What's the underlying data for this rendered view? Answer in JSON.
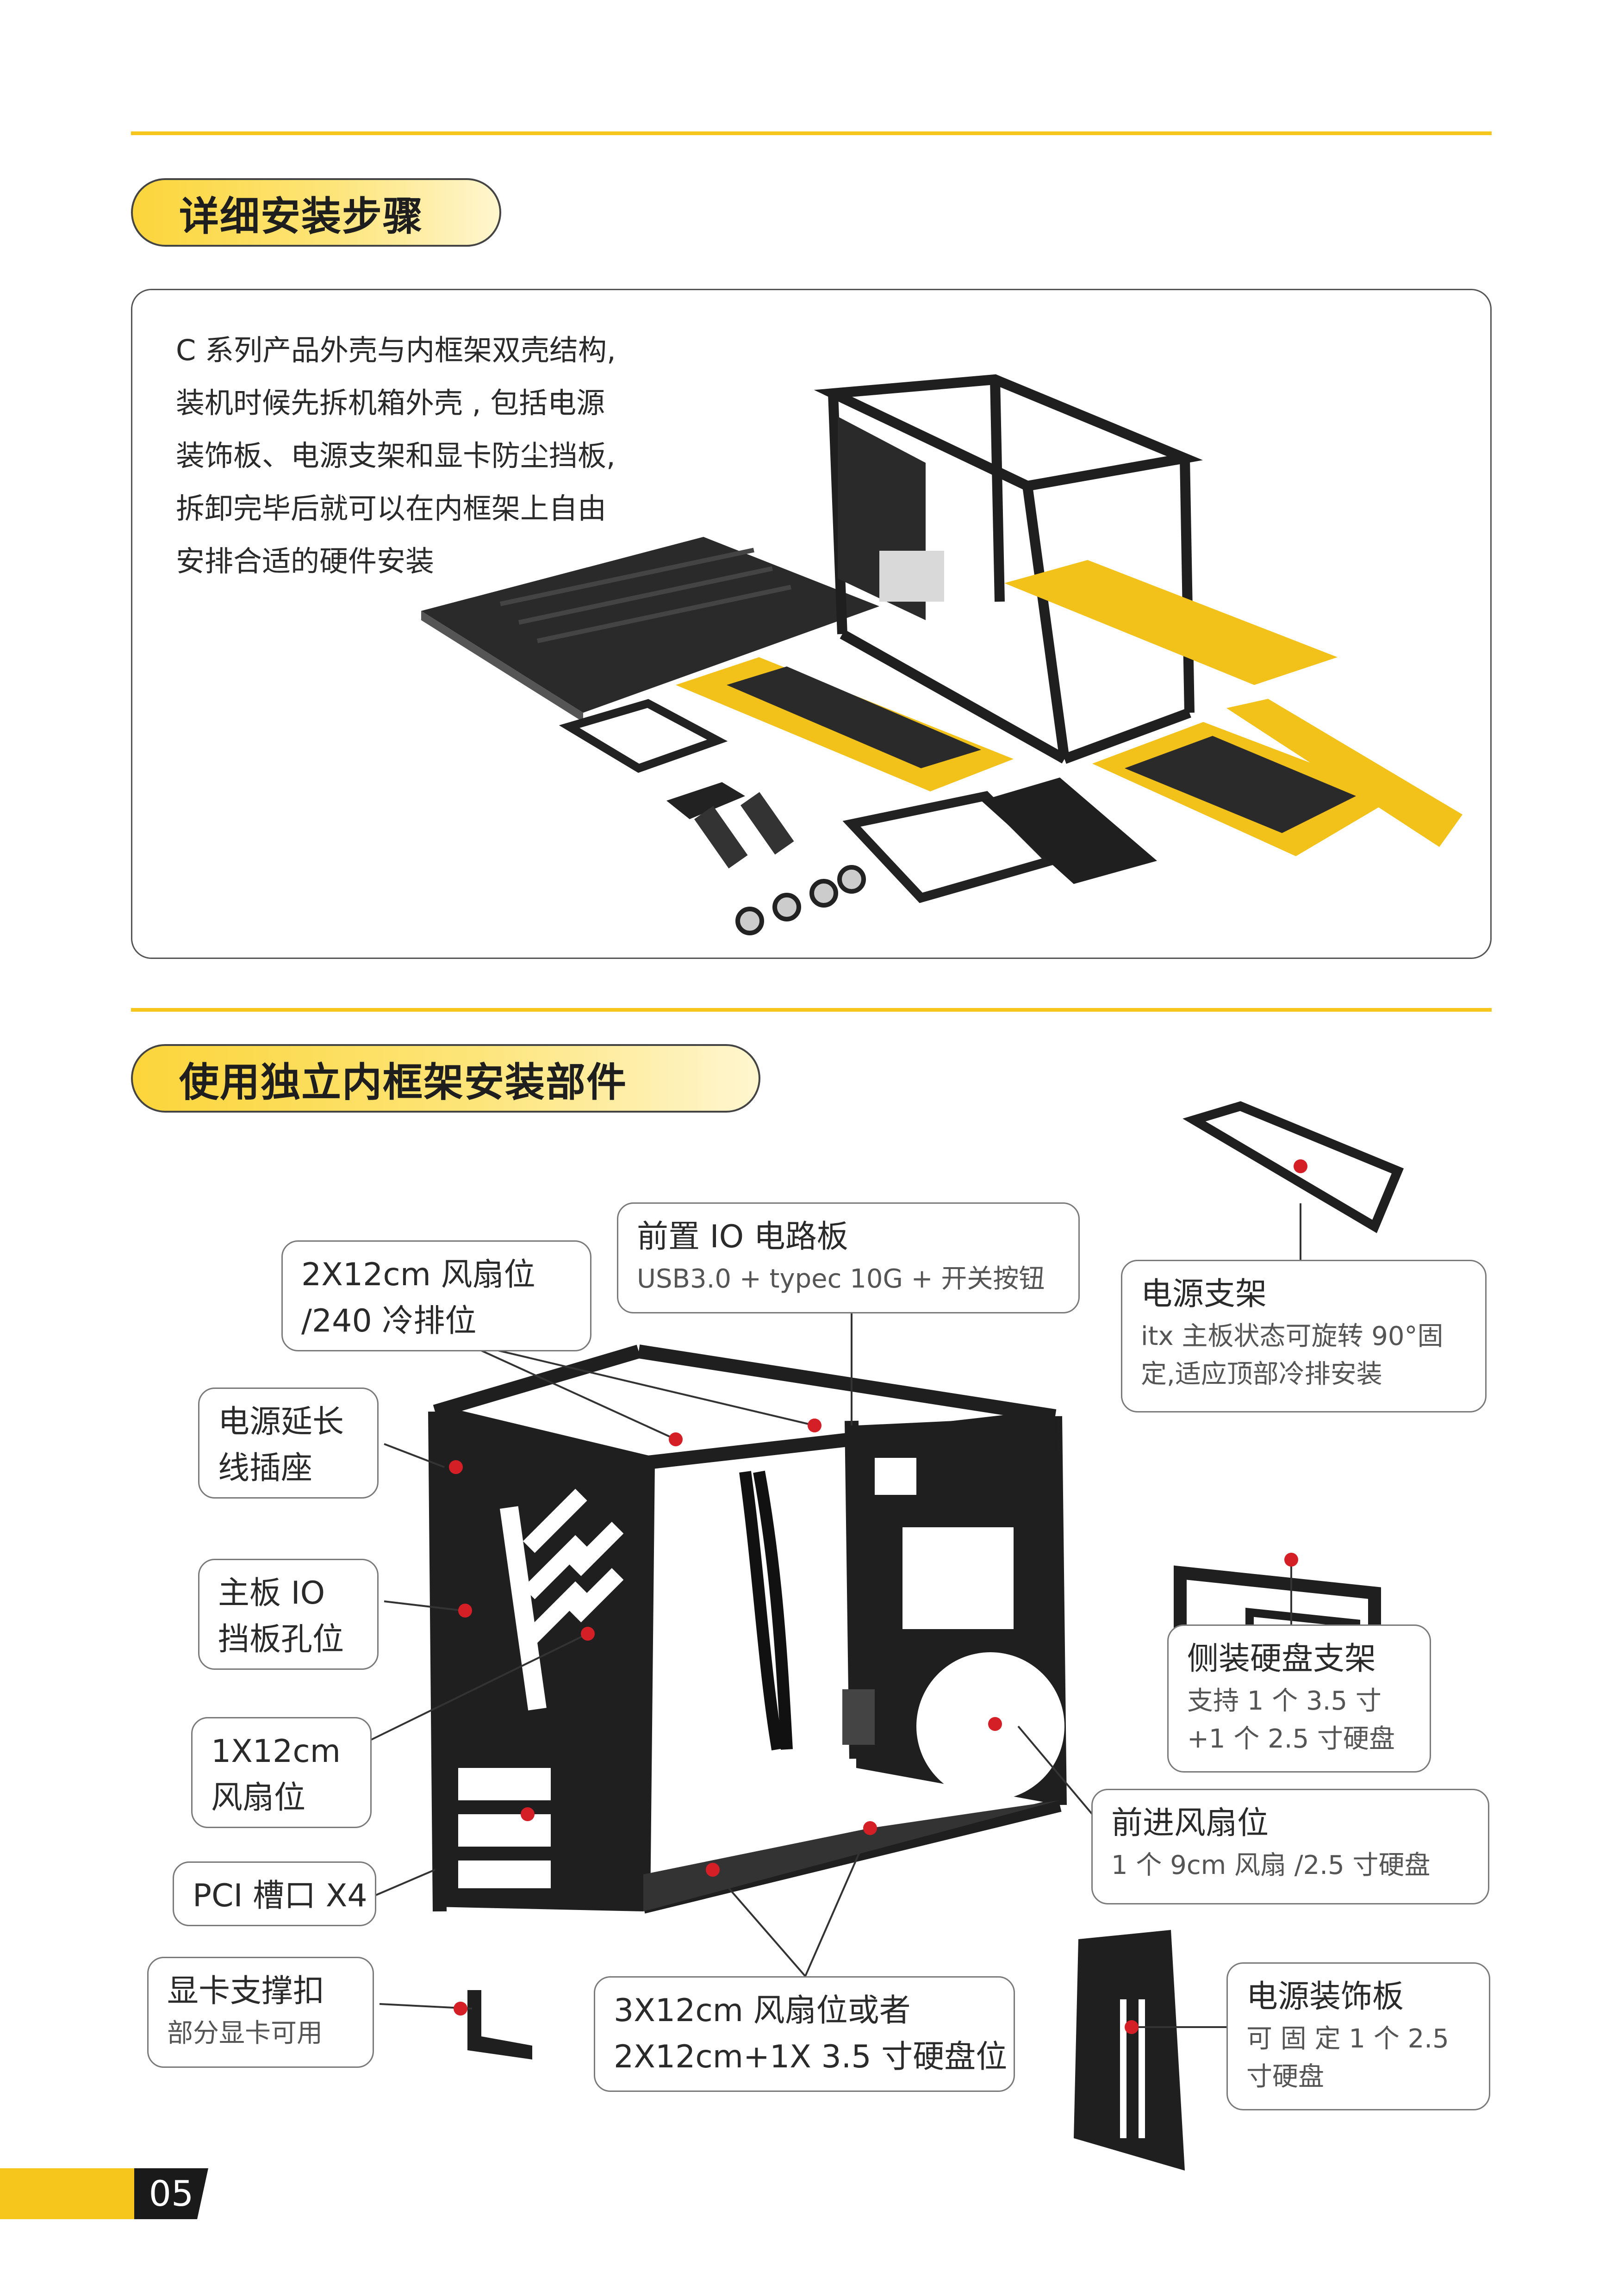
{
  "sections": {
    "detailed_steps_title": "详细安装步骤",
    "inner_frame_title": "使用独立内框架安装部件"
  },
  "intro_lines": [
    "C 系列产品外壳与内框架双壳结构,",
    "装机时候先拆机箱外壳 , 包括电源",
    "装饰板、电源支架和显卡防尘挡板,",
    "拆卸完毕后就可以在内框架上自由",
    "安排合适的硬件安装"
  ],
  "callouts": {
    "fan_240": {
      "title": "2X12cm 风扇位",
      "title2": "/240 冷排位"
    },
    "front_io": {
      "title": "前置 IO 电路板",
      "sub": "USB3.0 + typec 10G + 开关按钮"
    },
    "psu_bracket": {
      "title": "电源支架",
      "sub": "itx 主板状态可旋转 90°固定,适应顶部冷排安装"
    },
    "psu_socket": {
      "title": "电源延长",
      "title2": "线插座"
    },
    "mb_io": {
      "title": "主板 IO",
      "title2": "挡板孔位"
    },
    "hdd_bracket": {
      "title": "侧装硬盘支架",
      "sub": "支持 1 个 3.5 寸",
      "sub2": "+1 个 2.5 寸硬盘"
    },
    "fan_1x12": {
      "title": "1X12cm",
      "title2": "风扇位"
    },
    "front_fan": {
      "title": "前进风扇位",
      "sub": "1 个 9cm 风扇 /2.5 寸硬盘"
    },
    "pci": {
      "title": "PCI 槽口 X4"
    },
    "gpu_support": {
      "title": "显卡支撑扣",
      "sub": "部分显卡可用"
    },
    "bottom_fan": {
      "title": "3X12cm 风扇位或者",
      "title2": "2X12cm+1X 3.5 寸硬盘位"
    },
    "psu_cover": {
      "title": "电源装饰板",
      "sub": "可 固 定 1 个 2.5",
      "sub2": "寸硬盘"
    }
  },
  "page_number": "05",
  "colors": {
    "accent": "#f6c61d",
    "marker": "#d51f26",
    "frame_black": "#1f1f1f",
    "panel_yellow": "#f2c21a"
  }
}
